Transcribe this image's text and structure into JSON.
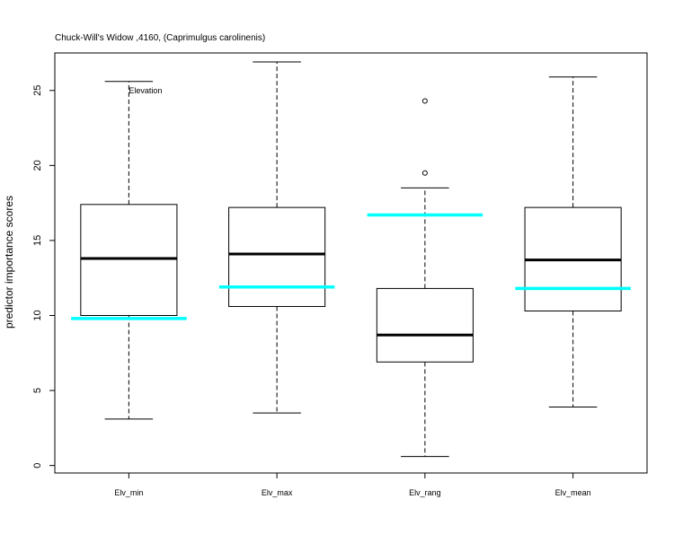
{
  "chart_data": {
    "type": "box",
    "title": "Chuck-Will's Widow ,4160, (Caprimulgus carolinenis)",
    "xlabel": "",
    "ylabel": "predictor importance scores",
    "ylim": [
      -0.5,
      27.5
    ],
    "yticks": [
      0,
      5,
      10,
      15,
      20,
      25
    ],
    "ytick_labels": [
      "0",
      "5",
      "10",
      "15",
      "20",
      "25"
    ],
    "grid": false,
    "categories": [
      "Elv_min",
      "Elv_max",
      "Elv_rang",
      "Elv_mean"
    ],
    "boxes": [
      {
        "name": "Elv_min",
        "whisker_low": 3.1,
        "q1": 10.0,
        "median": 13.8,
        "q3": 17.4,
        "whisker_high": 25.6,
        "outliers": []
      },
      {
        "name": "Elv_max",
        "whisker_low": 3.5,
        "q1": 10.6,
        "median": 14.1,
        "q3": 17.2,
        "whisker_high": 26.9,
        "outliers": []
      },
      {
        "name": "Elv_rang",
        "whisker_low": 0.6,
        "q1": 6.9,
        "median": 8.7,
        "q3": 11.8,
        "whisker_high": 18.5,
        "outliers": [
          19.5,
          24.3
        ]
      },
      {
        "name": "Elv_mean",
        "whisker_low": 3.9,
        "q1": 10.3,
        "median": 13.7,
        "q3": 17.2,
        "whisker_high": 25.9,
        "outliers": []
      }
    ],
    "reference_lines": {
      "color": "#00ffff",
      "values": [
        9.8,
        11.9,
        16.7,
        11.8
      ]
    },
    "annotations": [
      {
        "text": "Elevation",
        "color": "#00cc00",
        "category": "Elv_min",
        "y": 25.0
      }
    ]
  }
}
